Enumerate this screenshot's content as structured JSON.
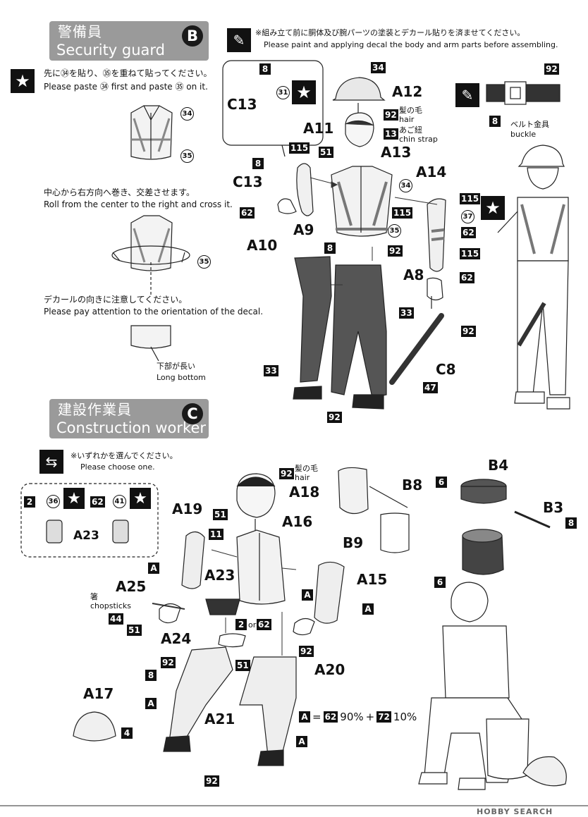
{
  "section_b": {
    "title_jp": "警備員",
    "title_en": "Security guard",
    "letter": "B",
    "step1_jp": "先に㉞を貼り、㉟を重ねて貼ってください。",
    "step1_en": "Please paste ㉞ first and paste ㉟ on it.",
    "step2_jp": "中心から右方向へ巻き、交差させます。",
    "step2_en": "Roll from the center to the right and cross it.",
    "step3_jp": "デカールの向きに注意してください。",
    "step3_en": "Please pay attention to the orientation of the decal.",
    "long_jp": "下部が長い",
    "long_en": "Long bottom",
    "note_jp": "※組み立て前に胴体及び腕パーツの塗装とデカール貼りを済ませてください。",
    "note_en": "Please paint and applying decal the body and arm parts before assembling.",
    "hair_jp": "髪の毛",
    "hair_en": "hair",
    "strap_jp": "あご紐",
    "strap_en": "chin strap",
    "buckle_jp": "ベルト金具",
    "buckle_en": "buckle"
  },
  "section_c": {
    "title_jp": "建設作業員",
    "title_en": "Construction worker",
    "letter": "C",
    "choose_jp": "※いずれかを選んでください。",
    "choose_en": "Please choose one.",
    "hair_jp": "髪の毛",
    "hair_en": "hair",
    "chop_jp": "箸",
    "chop_en": "chopsticks",
    "or": "or",
    "mix_pct1": "90%",
    "mix_plus": "+",
    "mix_pct2": "10%"
  },
  "decals": {
    "d34": "34",
    "d35": "35",
    "d31": "31",
    "d37": "37",
    "d36": "36",
    "d41": "41"
  },
  "colors": {
    "n8": "8",
    "n92": "92",
    "n115": "115",
    "n62": "62",
    "n33": "33",
    "n13": "13",
    "n51": "51",
    "n47": "47",
    "n2": "2",
    "n11": "11",
    "n44": "44",
    "n4": "4",
    "n6": "6",
    "n72": "72"
  },
  "parts": {
    "A12": "A12",
    "A11": "A11",
    "A13": "A13",
    "A14": "A14",
    "C13": "C13",
    "A10": "A10",
    "A9": "A9",
    "A8": "A8",
    "C8": "C8",
    "A18": "A18",
    "A19": "A19",
    "A16": "A16",
    "A15": "A15",
    "A23": "A23",
    "A25": "A25",
    "A24": "A24",
    "A20": "A20",
    "A21": "A21",
    "A17": "A17",
    "B8": "B8",
    "B9": "B9",
    "B4": "B4",
    "B3": "B3",
    "A": "A"
  },
  "footer": {
    "brand": "HOBBY SEARCH"
  },
  "icons": [
    "star-icon",
    "brush-icon",
    "swap-arrows-icon"
  ]
}
